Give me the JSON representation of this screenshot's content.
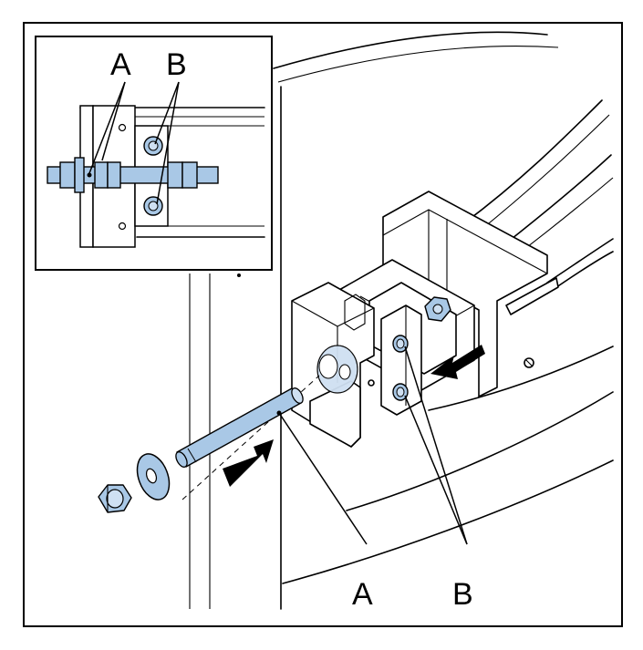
{
  "labels": {
    "inset_a": "A",
    "inset_b": "B",
    "main_a": "A",
    "main_b": "B"
  },
  "colors": {
    "part_fill": "#a9c8e6",
    "part_fill_light": "#cfe0f2",
    "line": "#000000",
    "background": "#ffffff"
  }
}
